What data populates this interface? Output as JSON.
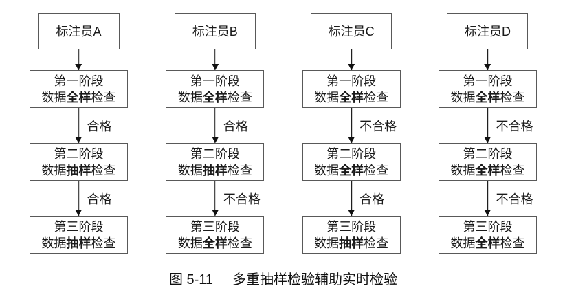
{
  "caption": {
    "figure_no": "图 5-11",
    "title": "多重抽样检验辅助实时检验"
  },
  "columns": [
    {
      "annotator": "标注员A",
      "stages": [
        {
          "line1": "第一阶段",
          "pre": "数据",
          "bold": "全样",
          "post": "检查"
        },
        {
          "line1": "第二阶段",
          "pre": "数据",
          "bold": "抽样",
          "post": "检查"
        },
        {
          "line1": "第三阶段",
          "pre": "数据",
          "bold": "抽样",
          "post": "检查"
        }
      ],
      "edges": [
        "合格",
        "合格"
      ]
    },
    {
      "annotator": "标注员B",
      "stages": [
        {
          "line1": "第一阶段",
          "pre": "数据",
          "bold": "全样",
          "post": "检查"
        },
        {
          "line1": "第二阶段",
          "pre": "数据",
          "bold": "抽样",
          "post": "检查"
        },
        {
          "line1": "第三阶段",
          "pre": "数据",
          "bold": "全样",
          "post": "检查"
        }
      ],
      "edges": [
        "合格",
        "不合格"
      ]
    },
    {
      "annotator": "标注员C",
      "stages": [
        {
          "line1": "第一阶段",
          "pre": "数据",
          "bold": "全样",
          "post": "检查"
        },
        {
          "line1": "第二阶段",
          "pre": "数据",
          "bold": "全样",
          "post": "检查"
        },
        {
          "line1": "第三阶段",
          "pre": "数据",
          "bold": "抽样",
          "post": "检查"
        }
      ],
      "edges": [
        "不合格",
        "合格"
      ]
    },
    {
      "annotator": "标注员D",
      "stages": [
        {
          "line1": "第一阶段",
          "pre": "数据",
          "bold": "全样",
          "post": "检查"
        },
        {
          "line1": "第二阶段",
          "pre": "数据",
          "bold": "全样",
          "post": "检查"
        },
        {
          "line1": "第三阶段",
          "pre": "数据",
          "bold": "全样",
          "post": "检查"
        }
      ],
      "edges": [
        "不合格",
        "不合格"
      ]
    }
  ]
}
